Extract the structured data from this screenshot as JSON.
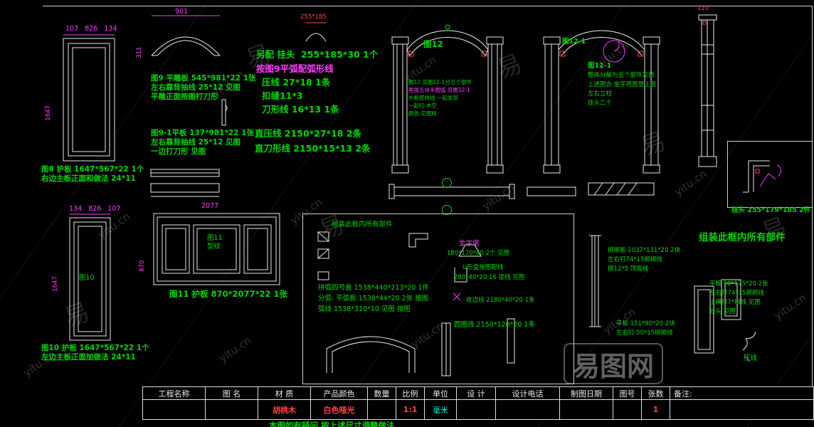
{
  "watermarks": {
    "site": "yitu.cn",
    "char": "易",
    "badge": "易图网"
  },
  "dims": {
    "fig8_top": "107   826   134",
    "fig8_left": "1647",
    "fig9_top": "901",
    "fig9_left": "311",
    "fig10_top": "134   826   107",
    "fig10_left": "1647",
    "fig11_top": "2077",
    "fig11_left": "870",
    "col_top": "110",
    "sketch": "255*185"
  },
  "fig8": {
    "caption1": "图8 护板 1647*567*22 1个",
    "caption2": "右边主板正面和做法 24*11"
  },
  "fig9": {
    "line1": "图9 平雕板 545*981*22 1张",
    "line2": "左右靠背抽线 25*12 见图",
    "line3": "平雕正面按图打刀形"
  },
  "fig9_1": {
    "line1": "图9-1平板 137*981*22 1张",
    "line2": "左右靠背抽线 25*12 见图",
    "line3": "一边打刀形 见图"
  },
  "parts": {
    "line1": "另配 挂头  255*185*30 1个",
    "line2": "按图9平弧配弧形线",
    "line3": "压线 27*18 1条",
    "line4": "扣缝11*3",
    "line5": "刀形线 16*13 1条",
    "line6": "直压线 2150*27*18 2条",
    "line7": "直刀形线 2150*15*13 2条"
  },
  "fig12": {
    "label": "图12",
    "note1": "图12 见图12-1分五个部件",
    "note2": "里面五块半圆弧 见图12-1",
    "note3": "外框按排线 一起发货",
    "note4": "一起打 木空",
    "note5": "颜色 见图样"
  },
  "fig12_1": {
    "label": "图12-1",
    "note1": "整体分解为五个部件发货",
    "note2": "上述图含 金字塔图是上面",
    "note3": "左右立柱",
    "note4": "挂头二个"
  },
  "right_top": {
    "hangtou": "挂头 255*179*185 2件",
    "assemble": "组装此框内所有部件"
  },
  "box": {
    "header": "组装此框内所有部件",
    "jzt_label": "金字塔",
    "jzt_spec": "180*170*40 2个 见图",
    "arc1": "拼弧四号盒 1538*440*213*20 1件",
    "arc2": "分弧: 平弧板 1538*44*20 2张 按图",
    "arc3": "弧线 1538*310*10 见图 按图",
    "u1": "U形盒按图配线",
    "u2": "280*40*20 16 接线 见图",
    "shou": "收边线 2180*40*20 1条",
    "quan": "圆圈线 2150*120*20 1条"
  },
  "right_mid": {
    "l1": "梆梆板 1037*131*20 2块",
    "l2": "左右钉74*15梆梆线",
    "l3": "梆12*5 顶底线",
    "p1": "平板 151*90*20 2块",
    "p2": "左右钉 50*15梆梆线"
  },
  "right_bottom": {
    "l1": "平板 90*175*20 2张",
    "l2": "左右打74*15梆梆线",
    "l3": "上横打7*梆线 见图",
    "l4": "挂头 见图",
    "yaxian": "压线"
  },
  "fig10": {
    "panel_label": "图10",
    "caption1": "图10 护板 1647*567*22 1个",
    "caption2": "左边主板正面加做法 24*11"
  },
  "fig11": {
    "panel_label": "图11",
    "panel_label2": "型纹",
    "caption": "图11 护板 870*2077*22 1张"
  },
  "title_block": {
    "headers": [
      "工程名称",
      "图 名",
      "材 质",
      "产品颜色",
      "数量",
      "比例",
      "单位",
      "设 计",
      "设计电话",
      "制图日期",
      "图号",
      "张数",
      "备注:"
    ],
    "values": {
      "material": "胡桃木",
      "color": "白色哑光",
      "scale": "1:1",
      "unit": "毫米",
      "sheets": "1"
    }
  },
  "bottom_note": "本图如有疑问 按上述尺寸调整做法"
}
